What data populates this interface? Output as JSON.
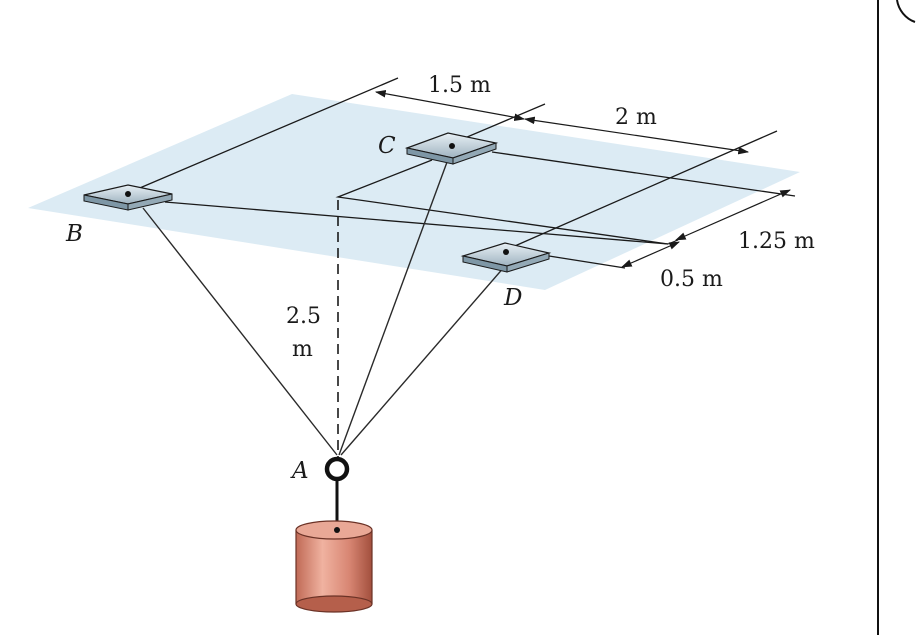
{
  "points": {
    "A": "A",
    "B": "B",
    "C": "C",
    "D": "D"
  },
  "dimensions": {
    "BC_spacing": "1.5 m",
    "C_offset": "2 m",
    "depth_far": "1.25 m",
    "depth_near": "0.5 m",
    "height_value": "2.5",
    "height_unit": "m"
  },
  "colors": {
    "ceiling": "#dcebf4",
    "cylinder": "#d98a78",
    "cylinder_shade": "#a85542",
    "ring": "#111111"
  }
}
